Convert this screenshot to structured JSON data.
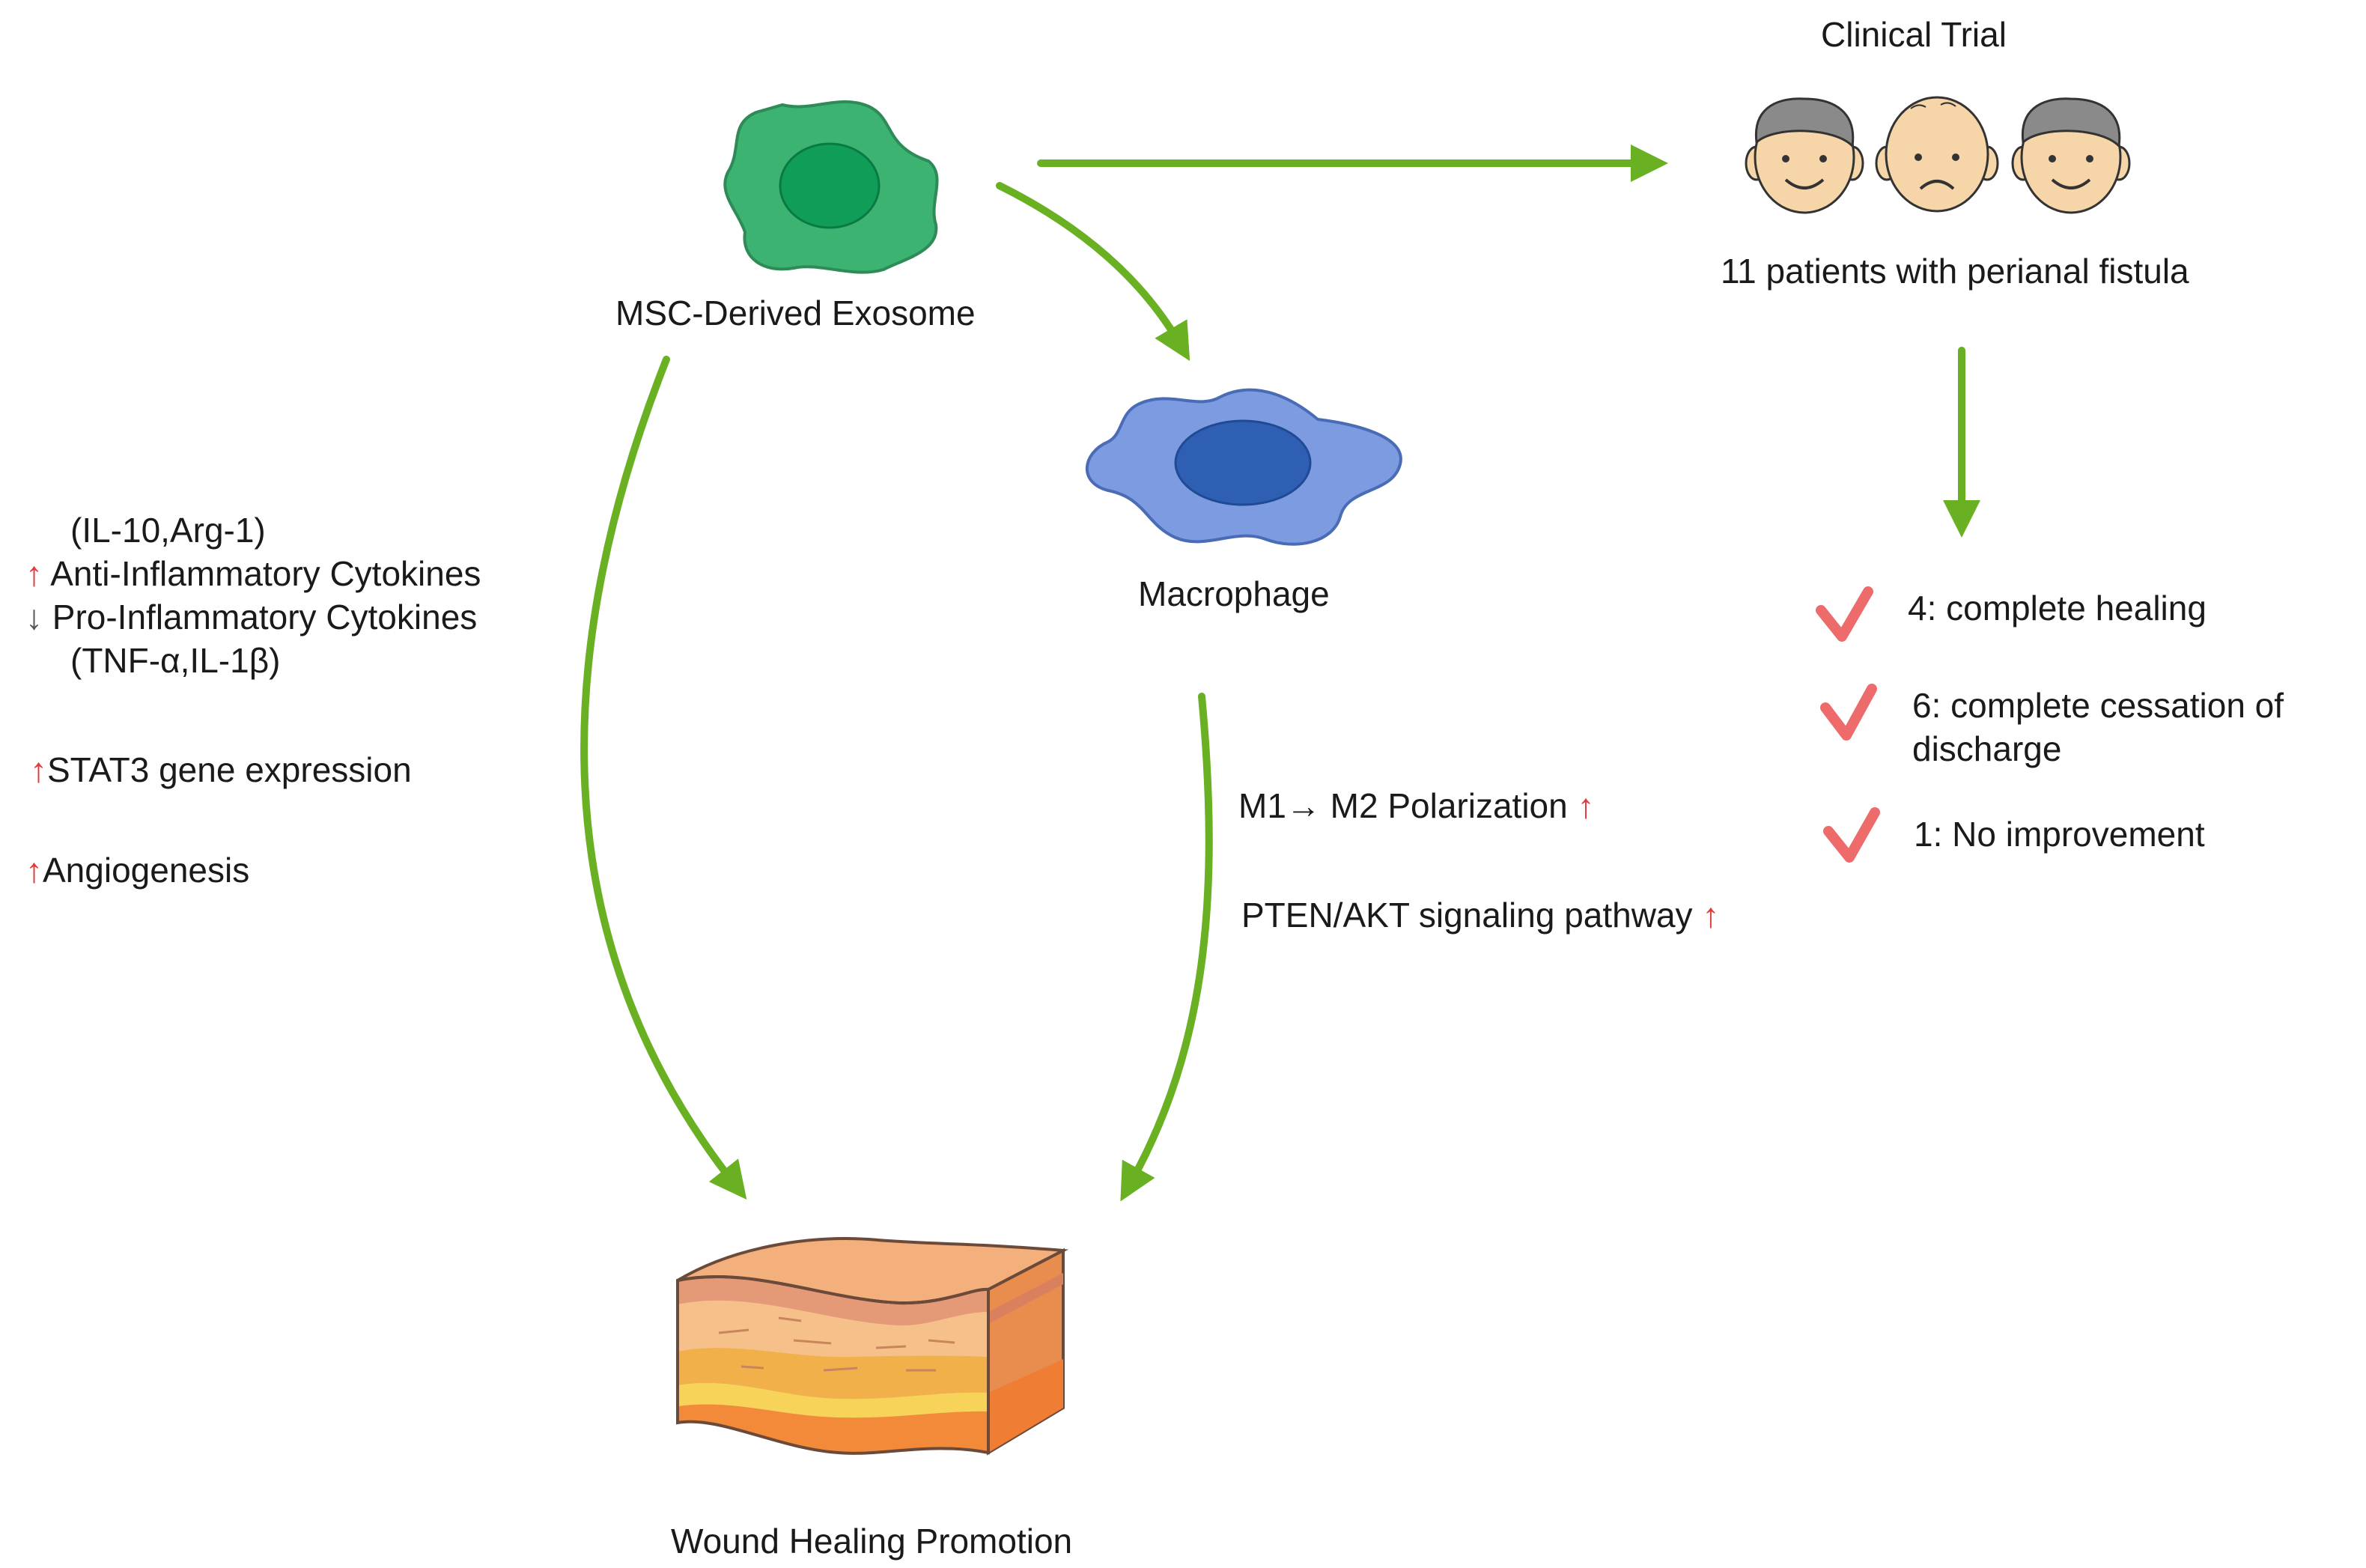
{
  "colors": {
    "arrow": "#6ab023",
    "exosome": "#3cb371",
    "exosome_nucleus": "#0f9d58",
    "macrophage": "#7d9be0",
    "macrophage_nucleus": "#2f5fb3",
    "check": "#ee6b6b",
    "up_arrow": "#e03a3a"
  },
  "nodes": {
    "exosome": {
      "label": "MSC-Derived Exosome",
      "icon": "exosome-cell-icon"
    },
    "macrophage": {
      "label": "Macrophage",
      "icon": "macrophage-cell-icon"
    },
    "wound": {
      "label": "Wound Healing Promotion",
      "icon": "skin-layers-icon"
    },
    "trial": {
      "title": "Clinical Trial",
      "patients": "11 patients with perianal fistula",
      "icon": "patient-faces-icon"
    }
  },
  "left_effects": {
    "anti_list": "(IL-10,Arg-1)",
    "anti_arrow": "↑",
    "anti": "Anti-Inflammatory Cytokines",
    "pro_arrow": "↓",
    "pro": "Pro-Inflammatory Cytokines",
    "pro_list": "(TNF-α,IL-1β)",
    "stat3_arrow": "↑",
    "stat3": "STAT3 gene expression",
    "angio_arrow": "↑",
    "angio": "Angiogenesis"
  },
  "mac_effects": {
    "polar": "M1→ M2 Polarization",
    "polar_arrow": "↑",
    "pten": "PTEN/AKT signaling pathway",
    "pten_arrow": "↑"
  },
  "outcomes": [
    {
      "line1": "4: complete healing",
      "line2": ""
    },
    {
      "line1": "6: complete cessation of",
      "line2": "discharge"
    },
    {
      "line1": "1: No improvement",
      "line2": ""
    }
  ]
}
